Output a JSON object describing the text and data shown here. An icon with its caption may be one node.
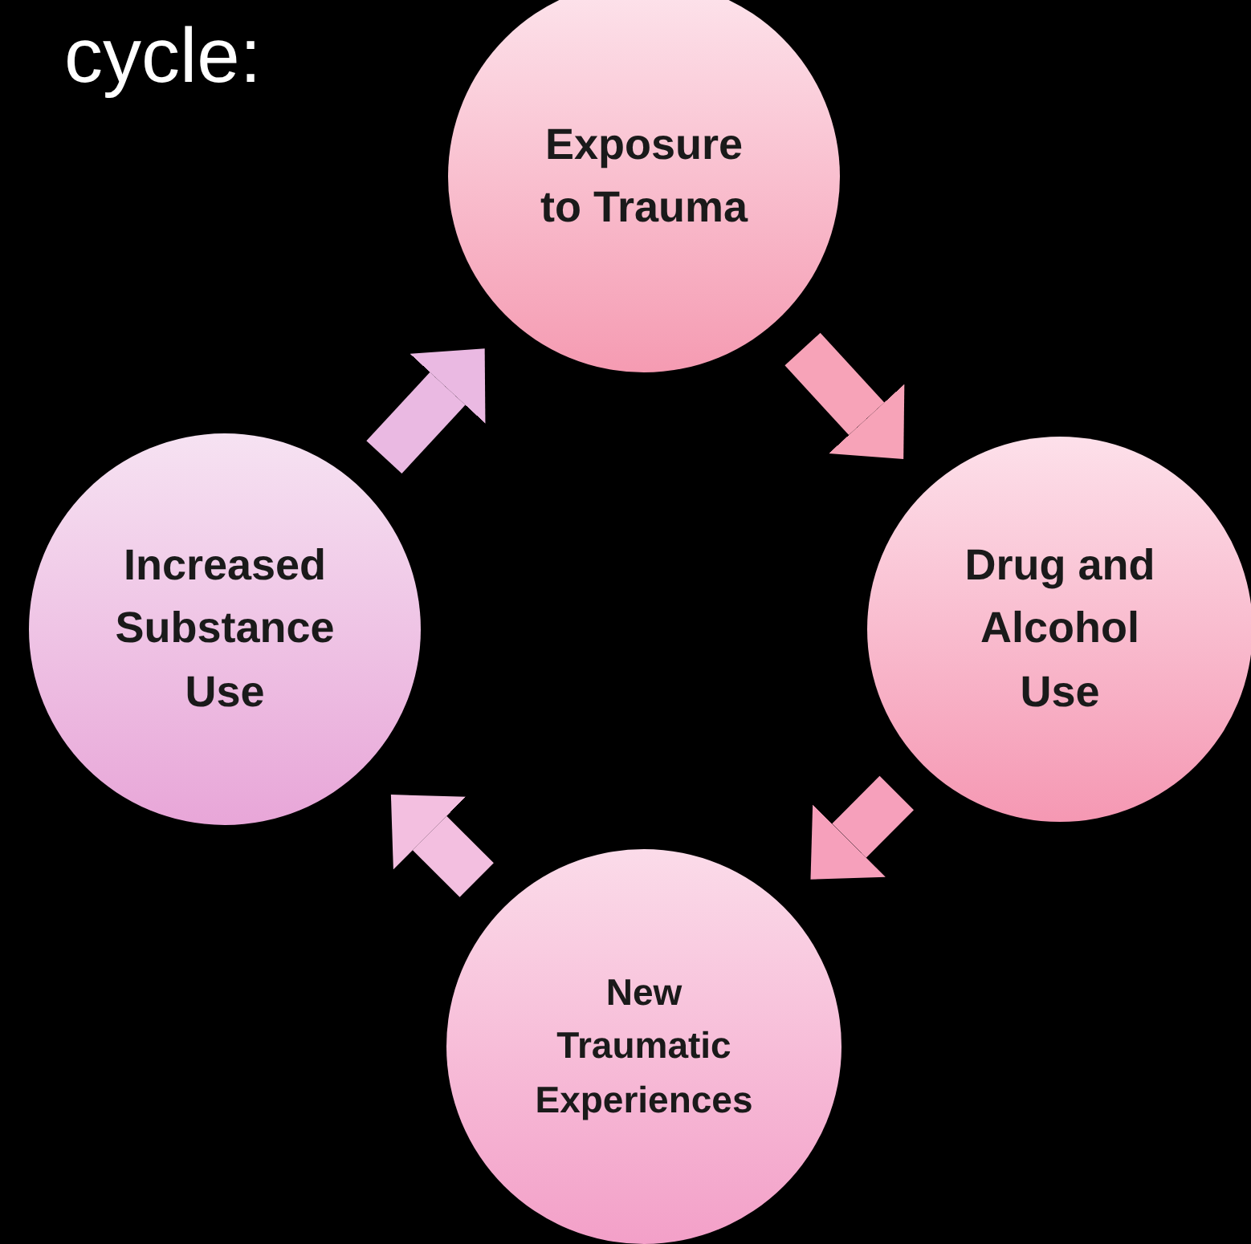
{
  "diagram": {
    "title": "cycle:",
    "nodes": [
      {
        "text": [
          "Exposure to Trauma"
        ]
      },
      {
        "text": [
          "Drug and Alcohol Use"
        ]
      },
      {
        "text": [
          "New Traumatic Experiences"
        ]
      },
      {
        "text": [
          "Increased Substance Use"
        ]
      }
    ],
    "edges": [
      {
        "from": 0,
        "to": 1,
        "arrow": "to"
      },
      {
        "from": 1,
        "to": 2,
        "arrow": "to"
      },
      {
        "from": 2,
        "to": 3,
        "arrow": "to"
      },
      {
        "from": 3,
        "to": 0,
        "arrow": "to"
      }
    ]
  }
}
